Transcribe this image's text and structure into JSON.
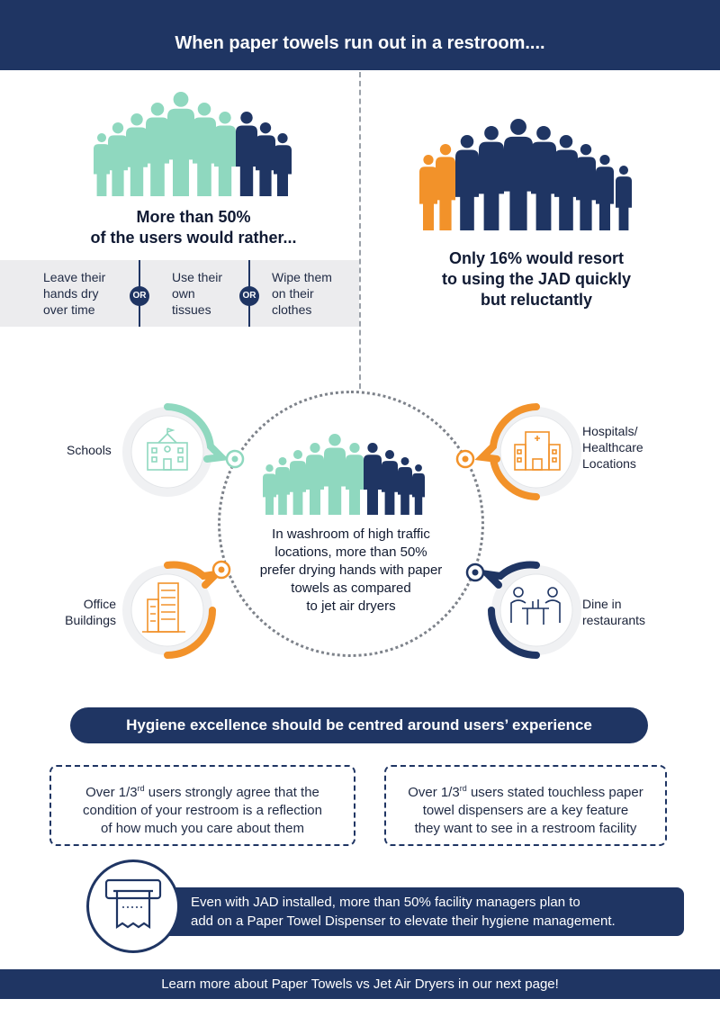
{
  "header": {
    "title": "When paper towels run out in a restroom...."
  },
  "left_stat": {
    "line1": "More than 50%",
    "line2": "of  the users would rather..."
  },
  "options": [
    {
      "lines": [
        "Leave their",
        "hands dry",
        "over time"
      ]
    },
    {
      "lines": [
        "Use their",
        "own",
        "tissues"
      ]
    },
    {
      "lines": [
        "Wipe them",
        "on their",
        "clothes"
      ]
    }
  ],
  "or_label": "OR",
  "right_stat": {
    "lines": [
      "Only 16% would resort",
      "to using the JAD quickly",
      "but reluctantly"
    ]
  },
  "center": {
    "lines": [
      "In washroom of high traffic",
      "locations, more than 50%",
      "prefer drying hands with paper",
      "towels as compared",
      "to jet air dryers"
    ]
  },
  "locations": {
    "schools": {
      "lines": [
        "Schools"
      ]
    },
    "hospitals": {
      "lines": [
        "Hospitals/",
        "Healthcare",
        "Locations"
      ]
    },
    "office": {
      "lines": [
        "Office",
        "Buildings"
      ]
    },
    "dine": {
      "lines": [
        "Dine in",
        "restaurants"
      ]
    }
  },
  "pill": {
    "text": "Hygiene excellence should be centred around users’ experience"
  },
  "box_left": {
    "prefix": "Over 1/3",
    "sup": "rd",
    "line1_rest": " users strongly agree that the",
    "line2": "condition of your restroom is a reflection",
    "line3": "of how much you care about them"
  },
  "box_right": {
    "prefix": "Over 1/3",
    "sup": "rd",
    "line1_rest": " users stated touchless paper",
    "line2": "towel dispensers are a key feature",
    "line3": "they want to see in a restroom facility"
  },
  "jad": {
    "line1": "Even with JAD installed, more than 50% facility managers plan to",
    "line2": "add on a Paper Towel Dispenser to elevate their hygiene management."
  },
  "footer": {
    "text": "Learn more about Paper Towels vs Jet Air Dryers in our next page!"
  },
  "icons": {
    "left_crowd": "people-group-icon",
    "right_crowd": "people-group-icon",
    "center_crowd": "people-group-icon",
    "school": "school-building-icon",
    "hospital": "hospital-icon",
    "office": "office-building-icon",
    "restaurant": "dining-table-icon",
    "dispenser": "paper-towel-dispenser-icon"
  },
  "colors": {
    "navy": "#1f3563",
    "mint": "#8fd8bf",
    "orange": "#f2922a",
    "grey_band": "#ececee"
  }
}
